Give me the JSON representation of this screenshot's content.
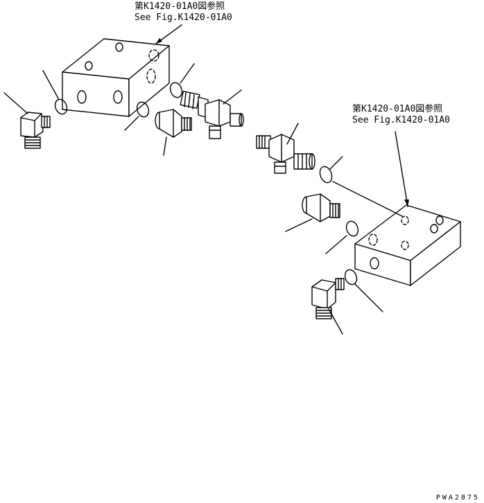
{
  "references": {
    "top": {
      "line1": "第K1420-01A0図参照",
      "line2": "See Fig.K1420-01A0"
    },
    "right": {
      "line1": "第K1420-01A0図参照",
      "line2": "See Fig.K1420-01A0"
    }
  },
  "drawing_code": "PWA2875",
  "colors": {
    "line": "#000000",
    "background": "#ffffff"
  }
}
